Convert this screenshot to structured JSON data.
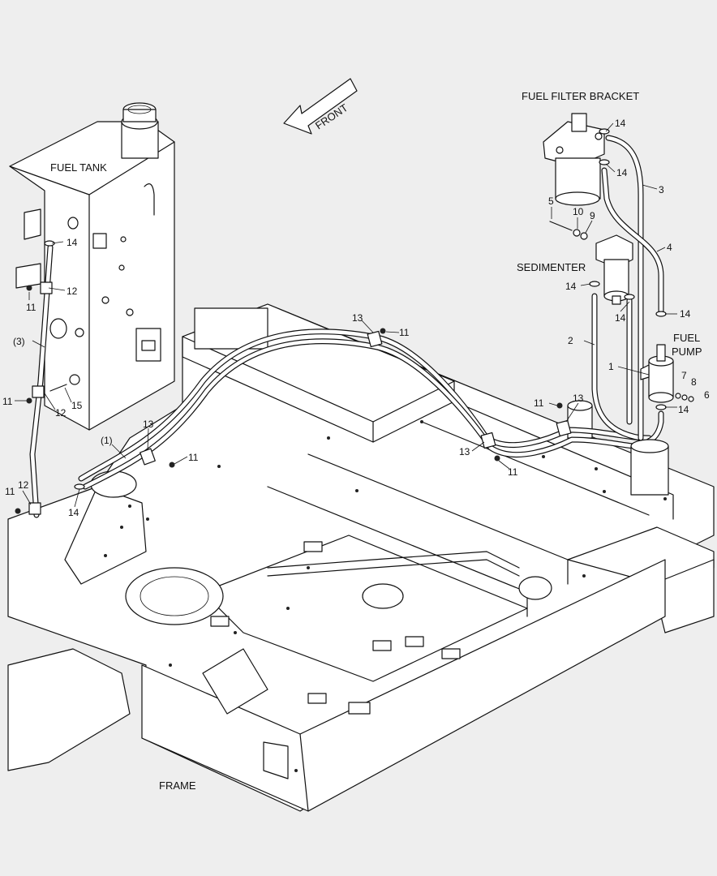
{
  "labels": {
    "fuel_tank": "FUEL TANK",
    "fuel_filter_bracket": "FUEL FILTER BRACKET",
    "sedimenter": "SEDIMENTER",
    "fuel_pump_line1": "FUEL",
    "fuel_pump_line2": "PUMP",
    "frame": "FRAME",
    "front": "FRONT"
  },
  "callouts": {
    "c1": "1",
    "c2": "2",
    "c3": "3",
    "c4": "4",
    "c5": "5",
    "c6": "6",
    "c7": "7",
    "c8": "8",
    "c9": "9",
    "c10": "10",
    "c11": "11",
    "c12": "12",
    "c13": "13",
    "c14": "14",
    "c15": "15",
    "ref1": "(1)",
    "ref3": "(3)"
  },
  "colors": {
    "background": "#eeeeee",
    "line": "#111111",
    "fill": "#ffffff"
  }
}
